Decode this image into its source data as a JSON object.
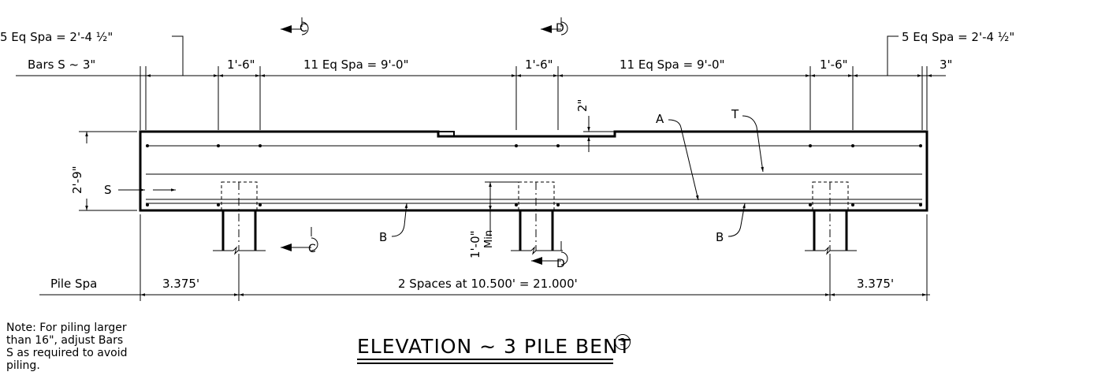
{
  "dims": {
    "top_left_spacing": "5 Eq Spa = 2'-4 ½\"",
    "top_right_spacing": "5 Eq Spa = 2'-4 ½\"",
    "bars_s": "Bars S ~ 3\"",
    "pile_dim_1": "1'-6\"",
    "eq_spa_1": "11 Eq Spa = 9'-0\"",
    "pile_dim_2": "1'-6\"",
    "eq_spa_2": "11 Eq Spa = 9'-0\"",
    "pile_dim_3": "1'-6\"",
    "end_dim": "3\"",
    "height": "2'-9\"",
    "recess": "2\"",
    "embed": "1'-0\"",
    "embed_min": "Min"
  },
  "labels": {
    "bar_s": "S",
    "bar_a": "A",
    "bar_t": "T",
    "bar_b1": "B",
    "bar_b2": "B",
    "section_c_top": "C",
    "section_c_bottom": "C",
    "section_d_top": "D",
    "section_d_bottom": "D"
  },
  "pile": {
    "label": "Pile Spa",
    "left": "3.375'",
    "middle": "2 Spaces at 10.500' = 21.000'",
    "right": "3.375'"
  },
  "note": "Note:  For piling larger than 16\", adjust Bars S as required to avoid piling.",
  "title": "ELEVATION ~ 3 PILE BENT",
  "title_ref": "3"
}
